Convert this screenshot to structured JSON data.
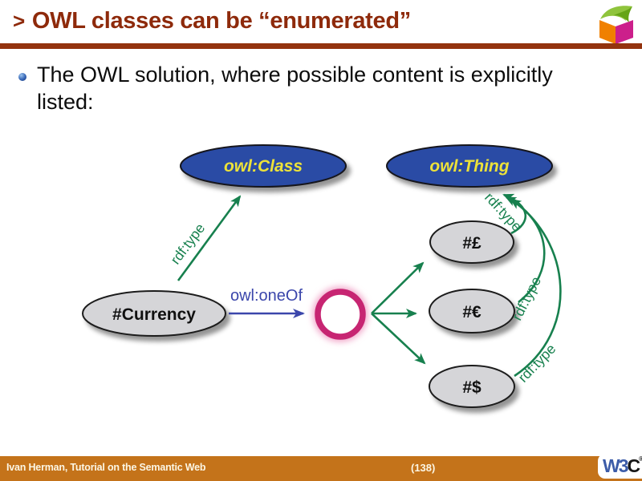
{
  "title": {
    "marker": ">",
    "text": "OWL classes can be “enumerated”"
  },
  "bullet_text": "The OWL solution, where possible content is explicitly listed:",
  "header_icon": "semantic-web-cube-icon",
  "diagram": {
    "nodes": {
      "owl_class": "owl:Class",
      "owl_thing": "owl:Thing",
      "currency": "#Currency",
      "pound": "#£",
      "euro": "#€",
      "dollar": "#$"
    },
    "labels": {
      "rdf_type": "rdf:type",
      "one_of": "owl:oneOf"
    },
    "icons": {
      "enumeration_set": "pink-ring-enumeration-icon"
    }
  },
  "footer": {
    "credit": "Ivan Herman, Tutorial on the Semantic Web",
    "page": "(138)",
    "logo_w3": "W3",
    "logo_c": "C",
    "logo_reg": "®"
  },
  "colors": {
    "title": "#8E2A0B",
    "rule": "#93330E",
    "footer_bg": "#C4731A",
    "class_node_fill": "#2B4BA5",
    "class_node_text": "#EDE239",
    "instance_node_fill": "#D5D5D8",
    "arrow_green": "#17804E",
    "arrow_blue": "#3B46AB",
    "ring_pink": "#C72572",
    "w3c_blue": "#3C5CA8"
  }
}
